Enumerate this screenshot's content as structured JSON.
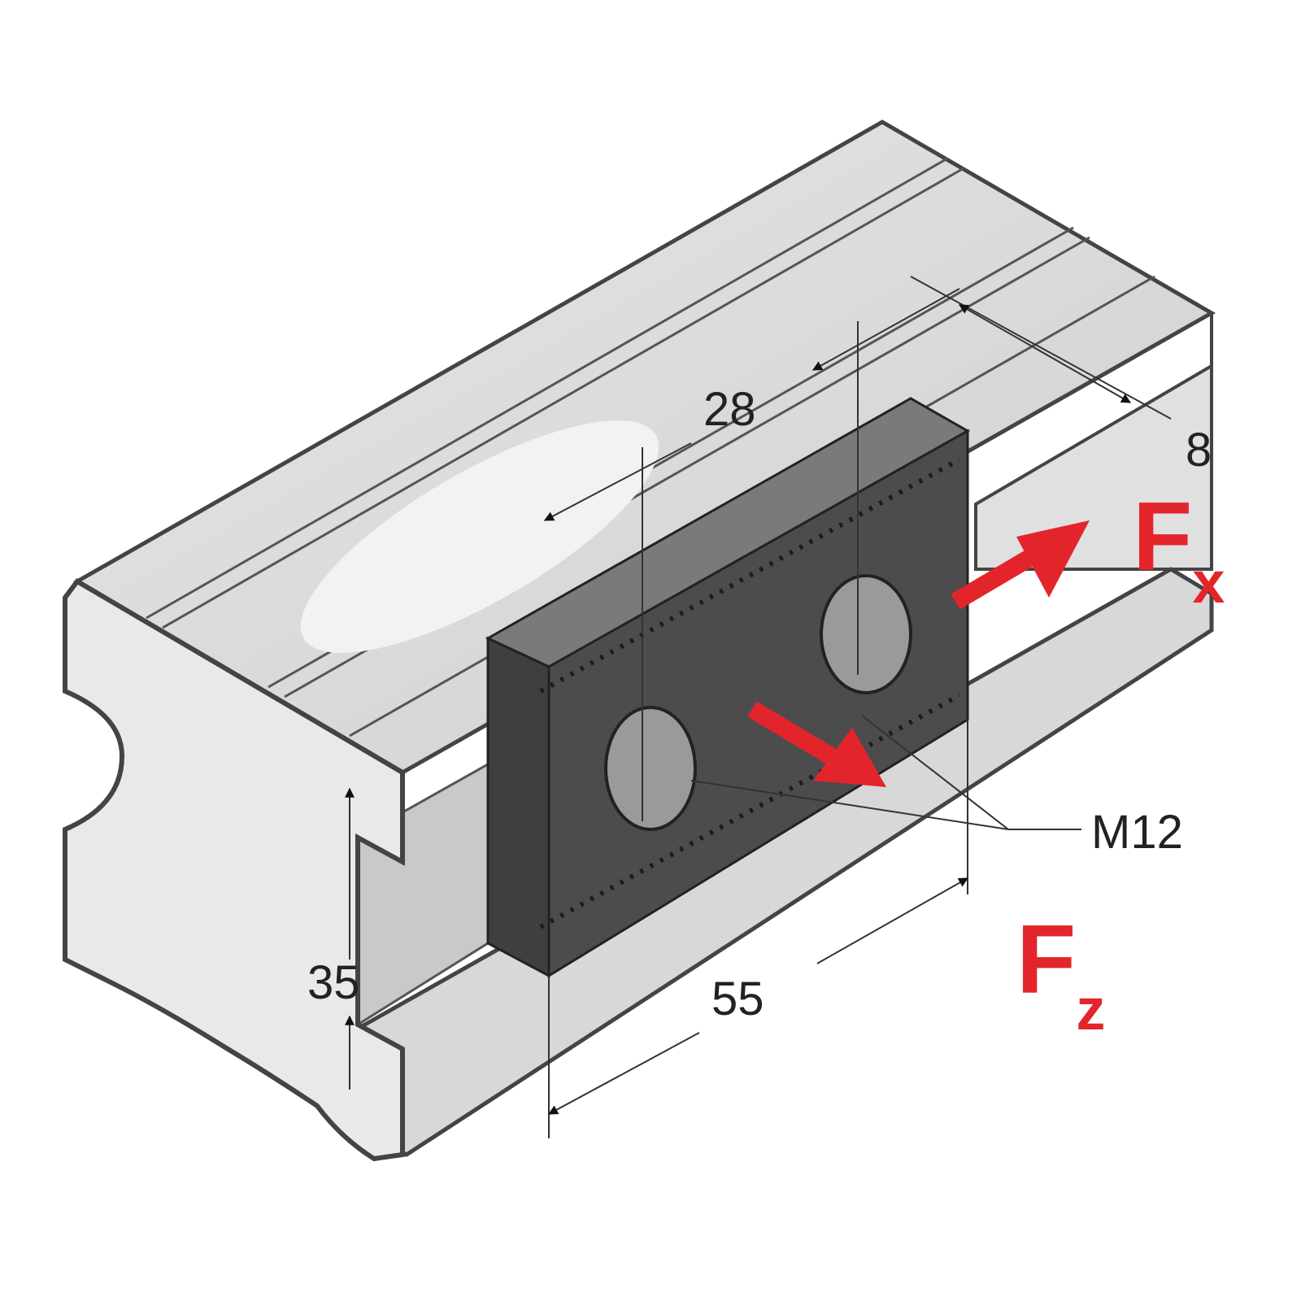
{
  "diagram": {
    "dimensions": {
      "hole_spacing": "28",
      "edge_offset": "8",
      "thread": "M12",
      "rail_height": "35",
      "nut_length": "55"
    },
    "forces": {
      "fx": {
        "letter": "F",
        "subscript": "x"
      },
      "fz": {
        "letter": "F",
        "subscript": "z"
      }
    },
    "colors": {
      "force_arrow": "#e3252b",
      "rail": "#dcdcdc",
      "nut": "#4a4a4a"
    }
  }
}
